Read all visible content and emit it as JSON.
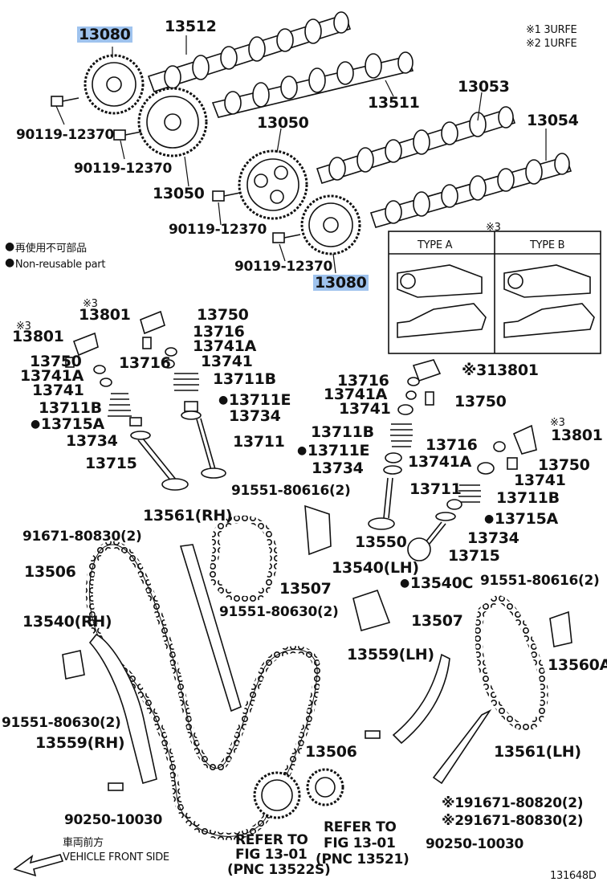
{
  "legend": {
    "note1": "※1 3URFE",
    "note2": "※2 1URFE",
    "nonreuse_jp": "再使用不可部品",
    "nonreuse_en": "Non-reusable part",
    "front_jp": "車両前方",
    "front_en": "VEHICLE FRONT SIDE",
    "fig_no": "131648D"
  },
  "type_box": {
    "mark": "※3",
    "type_a": "TYPE A",
    "type_b": "TYPE B"
  },
  "labels": {
    "p13080_top": "13080",
    "p13080_bot": "13080",
    "p13512": "13512",
    "p13511": "13511",
    "p13053": "13053",
    "p13054": "13054",
    "p13050_top": "13050",
    "p13050_left": "13050",
    "bolt_a": "90119-12370",
    "bolt_b": "90119-12370",
    "bolt_c": "90119-12370",
    "bolt_d": "90119-12370",
    "l_m3a": "※3",
    "l_13801a": "13801",
    "l_m3b": "※3",
    "l_13801b": "13801",
    "l_13750a": "13750",
    "l_13750b": "13750",
    "l_13716a": "13716",
    "l_13716b": "13716",
    "l_13741Aa": "13741A",
    "l_13741Ab": "13741A",
    "l_13741a": "13741",
    "l_13741b": "13741",
    "l_13711Ba": "13711B",
    "l_13711Bb": "13711B",
    "l_13711E": "13711E",
    "l_13715A": "13715A",
    "l_13734a": "13734",
    "l_13734b": "13734",
    "l_13711": "13711",
    "l_13715": "13715",
    "r_13716a": "13716",
    "r_13801a": "※313801",
    "r_13741Aa": "13741A",
    "r_13750a": "13750",
    "r_13741a": "13741",
    "r_13711B": "13711B",
    "r_m3": "※3",
    "r_13801b": "13801",
    "r_13711E": "13711E",
    "r_13716b": "13716",
    "r_13734a": "13734",
    "r_13741Ab": "13741A",
    "r_13750b": "13750",
    "r_13741b": "13741",
    "r_13711": "13711",
    "r_13711Bb": "13711B",
    "r_13715A": "13715A",
    "r_13734b": "13734",
    "r_13715": "13715",
    "c_91551a": "91551-80616(2)",
    "c_13561rh": "13561(RH)",
    "c_91671a": "91671-80830(2)",
    "c_13550": "13550",
    "c_13506a": "13506",
    "c_13507a": "13507",
    "c_13540lh": "13540(LH)",
    "c_13540C": "13540C",
    "c_91551b": "91551-80616(2)",
    "c_91551c": "91551-80630(2)",
    "c_13507b": "13507",
    "c_13540rh": "13540(RH)",
    "c_13560A": "13560A",
    "c_13559lh": "13559(LH)",
    "c_91551d": "91551-80630(2)",
    "c_13559rh": "13559(RH)",
    "c_13506b": "13506",
    "c_13561lh": "13561(LH)",
    "c_90250a": "90250-10030",
    "c_91671b": "※191671-80820(2)",
    "c_91671c": "※291671-80830(2)",
    "c_90250b": "90250-10030",
    "ref1_a": "REFER TO",
    "ref1_b": "FIG 13-01",
    "ref1_c": "(PNC 13522S)",
    "ref2_a": "REFER TO",
    "ref2_b": "FIG 13-01",
    "ref2_c": "(PNC 13521)"
  },
  "colors": {
    "highlight": "#9fc3ee",
    "ink": "#111111"
  }
}
